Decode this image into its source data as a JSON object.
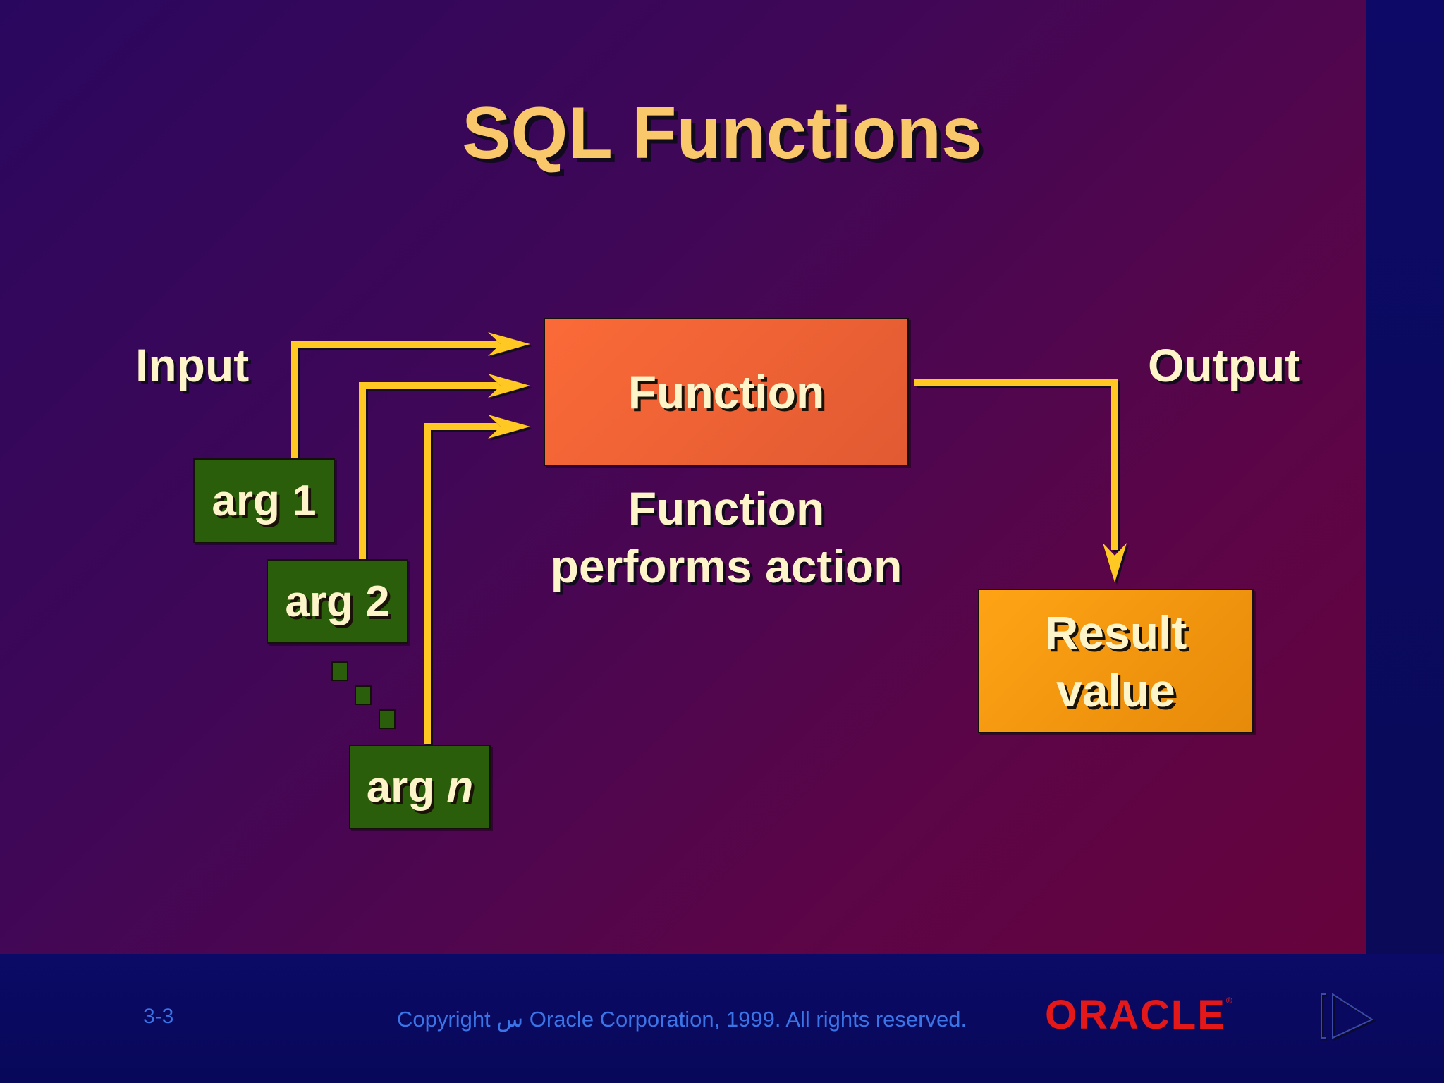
{
  "slide": {
    "title": "SQL Functions",
    "input_label": "Input",
    "output_label": "Output",
    "args": [
      {
        "label": "arg 1"
      },
      {
        "label": "arg 2"
      },
      {
        "prefix": "arg ",
        "italic": "n"
      }
    ],
    "function_box": "Function",
    "function_caption": [
      "Function",
      "performs action"
    ],
    "result_box": [
      "Result",
      "value"
    ]
  },
  "footer": {
    "slide_number": "3-3",
    "copyright": "Copyright س Oracle Corporation, 1999. All rights reserved.",
    "logo_text": "ORACLE",
    "logo_mark": "®",
    "nav_icon": "play-next-icon"
  },
  "colors": {
    "background": "#0b0a5e",
    "title": "#f9c86a",
    "arrow": "#ffc820",
    "arg_box": "#2b5e0a",
    "function_box": "#f06536",
    "result_box": "#f89a10",
    "footer_text": "#3a74e6",
    "logo": "#e41818"
  }
}
